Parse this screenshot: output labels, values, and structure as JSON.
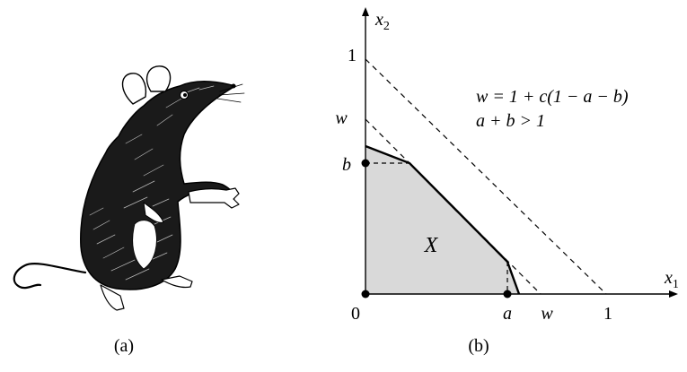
{
  "panel_a": {
    "caption": "(a)",
    "illustration": "mouse-engraving"
  },
  "panel_b": {
    "caption": "(b)",
    "axis_x_label": "x",
    "axis_x_sub": "1",
    "axis_y_label": "x",
    "axis_y_sub": "2",
    "origin_label": "0",
    "x_ticks": {
      "a": "a",
      "w": "w",
      "one": "1"
    },
    "y_ticks": {
      "one": "1",
      "w": "w",
      "b": "b"
    },
    "region_label": "X",
    "equation_1": "w = 1 + c(1 − a − b)",
    "equation_2": "a + b > 1",
    "colors": {
      "region_fill": "#d9d9d9",
      "line": "#000000"
    }
  }
}
